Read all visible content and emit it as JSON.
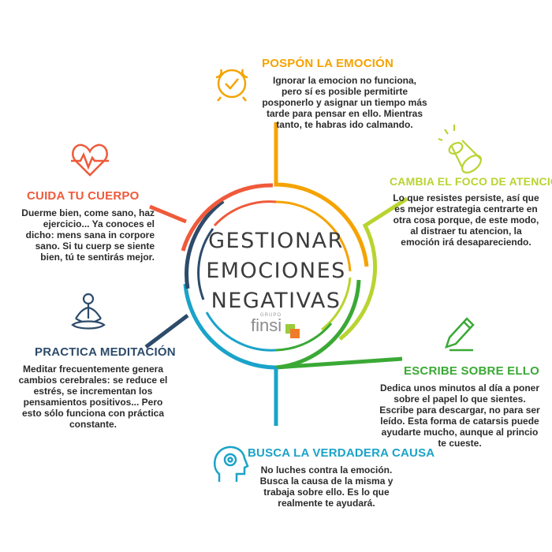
{
  "title": {
    "line1": "GESTIONAR",
    "line2": "EMOCIONES",
    "line3": "NEGATIVAS"
  },
  "logo": {
    "text": "finsi",
    "tagline": "GRUPO"
  },
  "colors": {
    "orange": "#f5a300",
    "yellow_green": "#b8d430",
    "green": "#3aa935",
    "teal": "#1aa3c9",
    "navy": "#2d4b6b",
    "red_orange": "#ef5a3a"
  },
  "blocks": {
    "pospon": {
      "title": "POSPÓN LA EMOCIÓN",
      "text": "Ignorar la emocion no funciona, pero sí es posible permitirte posponerlo y asignar un tiempo más tarde para pensar en ello. Mientras tanto, te habras ido calmando.",
      "icon": "alarm-clock-icon"
    },
    "foco": {
      "title": "CAMBIA EL FOCO DE ATENCIÓN",
      "text": "Lo que resistes persiste, así que es mejor estrategia centrarte en otra cosa porque, de este modo, al distraer tu atencion, la emoción irá desapareciendo.",
      "icon": "spotlight-icon"
    },
    "escribe": {
      "title": "ESCRIBE SOBRE ELLO",
      "text": "Dedica unos minutos al día a poner sobre el papel lo que sientes. Escribe para descargar, no para ser leído. Esta forma de catarsis puede ayudarte mucho, aunque al princio te cueste.",
      "icon": "pencil-icon"
    },
    "causa": {
      "title": "BUSCA LA VERDADERA CAUSA",
      "text": "No luches contra la emoción. Busca la causa de la misma y trabaja sobre ello. Es lo que realmente te ayudará.",
      "icon": "head-gears-icon"
    },
    "meditacion": {
      "title": "PRACTICA MEDITACIÓN",
      "text": "Meditar frecuentemente genera cambios cerebrales: se reduce el estrés, se incrementan los pensamientos positivos... Pero esto sólo funciona con práctica constante.",
      "icon": "meditation-icon"
    },
    "cuerpo": {
      "title": "CUIDA TU CUERPO",
      "text": "Duerme bien, come sano, haz ejercicio... Ya conoces el dicho: mens sana in corpore sano. Si tu cuerp se siente bien, tú te sentirás mejor.",
      "icon": "heartbeat-icon"
    }
  }
}
